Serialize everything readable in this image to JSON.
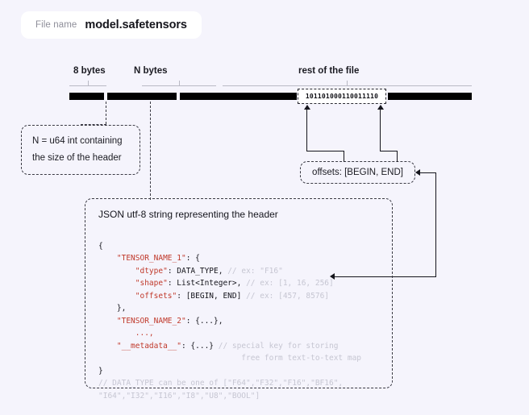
{
  "file": {
    "label": "File name",
    "name": "model.safetensors"
  },
  "ruler": {
    "segments": [
      {
        "label": "8 bytes"
      },
      {
        "label": "N bytes"
      },
      {
        "label": "rest of the file"
      }
    ]
  },
  "binary": {
    "value": "101101000110011110"
  },
  "annotations": {
    "n_box": {
      "line1": "N = u64 int containing",
      "line2": "the size of the header"
    },
    "offsets_box": {
      "text": "offsets: [BEGIN, END]"
    }
  },
  "json_panel": {
    "title": "JSON utf-8 string representing the header",
    "lines": [
      {
        "text": "{"
      },
      {
        "text": "    \"TENSOR_NAME_1\": {"
      },
      {
        "text": "        \"dtype\": DATA_TYPE, // ex: \"F16\""
      },
      {
        "text": "        \"shape\": List<Integer>, // ex: [1, 16, 256]"
      },
      {
        "text": "        \"offsets\": [BEGIN, END] // ex: [457, 8576]"
      },
      {
        "text": "    },"
      },
      {
        "text": "    \"TENSOR_NAME_2\": {...},"
      },
      {
        "text": "        ...,"
      },
      {
        "text": "    \"__metadata__\": {...} // special key for storing"
      },
      {
        "text": "                               free form text-to-text map"
      },
      {
        "text": "}"
      },
      {
        "text": "// DATA_TYPE can be one of [\"F64\",\"F32\",\"F16\",\"BF16\","
      },
      {
        "text": "\"I64\",\"I32\",\"I16\",\"I8\",\"U8\",\"BOOL\"]"
      }
    ]
  },
  "colors": {
    "background": "#f5f4fc",
    "key_red": "#c0392b",
    "comment_gray": "#c6c6d2",
    "bar_black": "#000000"
  }
}
